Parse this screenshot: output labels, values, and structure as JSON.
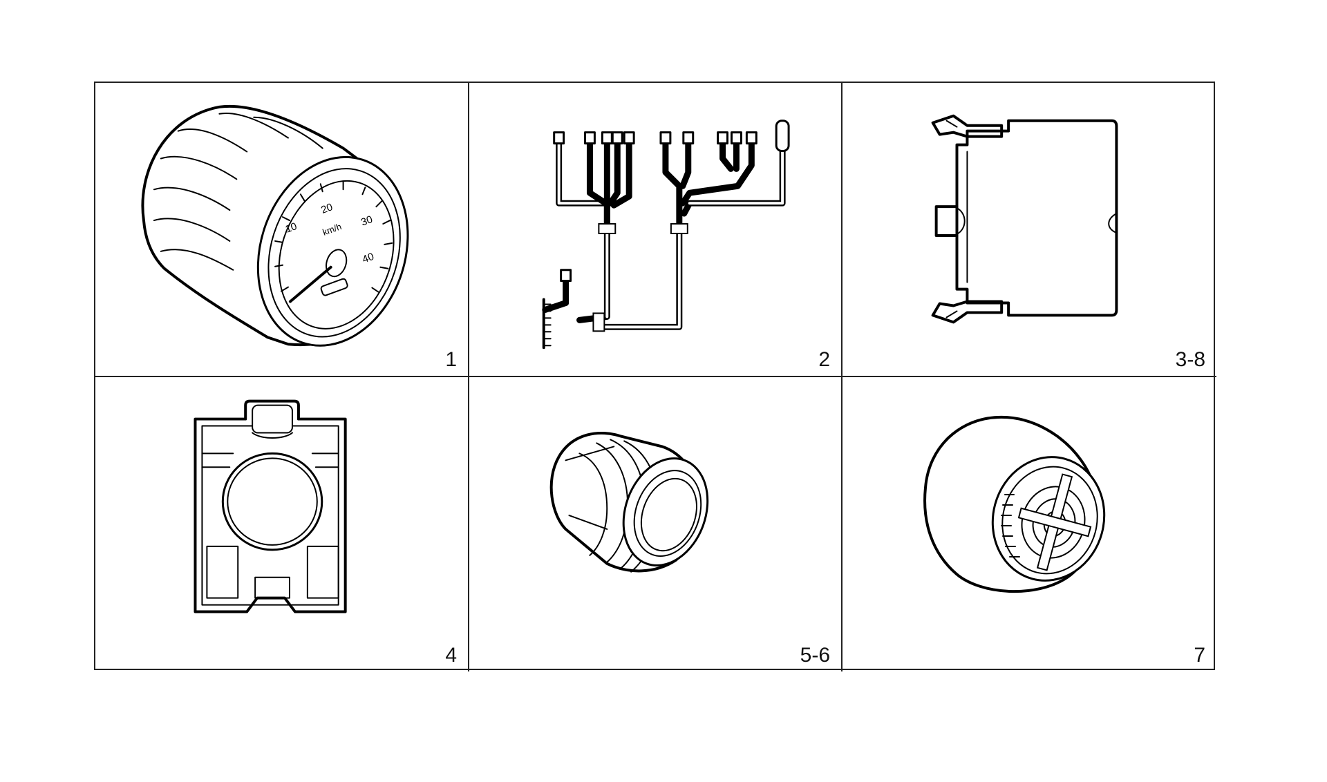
{
  "panels": [
    {
      "label": "1"
    },
    {
      "label": "2"
    },
    {
      "label": "3-8"
    },
    {
      "label": "4"
    },
    {
      "label": "5-6"
    },
    {
      "label": "7"
    }
  ],
  "gauge_dial": {
    "numbers": [
      "10",
      "20",
      "30",
      "40"
    ],
    "text": "km/h"
  },
  "colors": {
    "line": "#000000",
    "background": "#ffffff",
    "grid": "#222222"
  }
}
